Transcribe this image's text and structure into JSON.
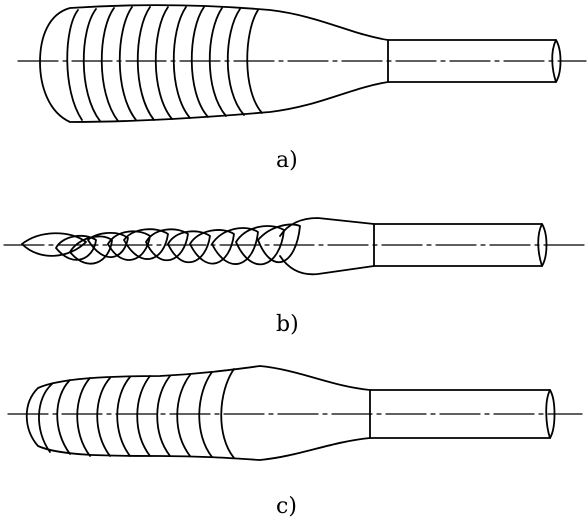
{
  "figures": [
    {
      "id": "a",
      "caption": "a)"
    },
    {
      "id": "b",
      "caption": "b)"
    },
    {
      "id": "c",
      "caption": "c)"
    }
  ],
  "colors": {
    "ink": "#000000",
    "paper": "#ffffff"
  }
}
